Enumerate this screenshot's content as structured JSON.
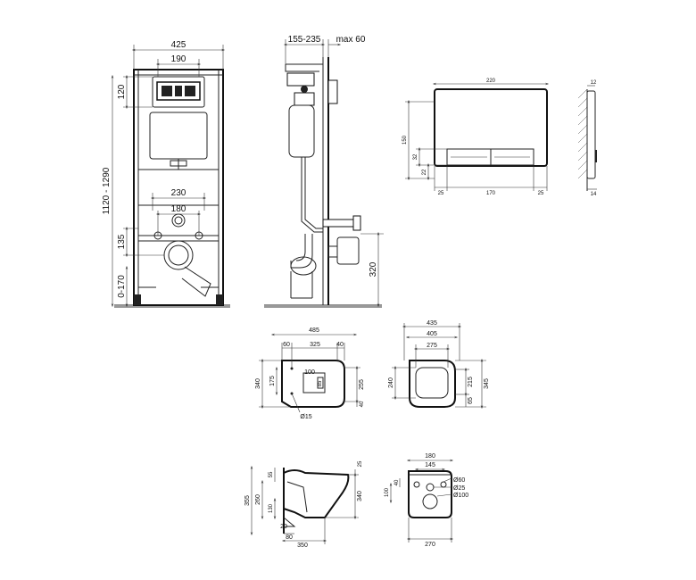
{
  "frame_front": {
    "width_total": "425",
    "width_top": "190",
    "height_top": "120",
    "height_range": "1120 - 1290",
    "pipe_spacing_outer": "230",
    "pipe_spacing_inner": "180",
    "height_135": "135",
    "height_floor": "0-170"
  },
  "frame_side": {
    "depth_range": "155-235",
    "max_depth": "max 60",
    "height_320": "320"
  },
  "plate": {
    "width": "220",
    "height": "150",
    "dim_32": "32",
    "dim_22": "22",
    "margin_left": "25",
    "button_width": "170",
    "margin_right": "25",
    "thickness_12": "12",
    "thickness_14": "14"
  },
  "bowl_top": {
    "length": "485",
    "d60": "60",
    "d325": "325",
    "d40": "40",
    "d100": "100",
    "d85": "85",
    "d175": "175",
    "d340": "340",
    "d255": "255",
    "d40b": "40",
    "hole": "Ø15"
  },
  "seat_top": {
    "d435": "435",
    "d405": "405",
    "d275": "275",
    "d240": "240",
    "d215": "215",
    "d345": "345",
    "d65": "65"
  },
  "bowl_side": {
    "d25": "25",
    "d55": "55",
    "d355": "355",
    "d260": "260",
    "d130": "130",
    "d340": "340",
    "d20": "20",
    "d80": "80",
    "d350": "350"
  },
  "bowl_back": {
    "d180": "180",
    "d145": "145",
    "d60": "Ø60",
    "d25": "Ø25",
    "d100": "Ø100",
    "d100v": "100",
    "d40v": "40",
    "d270": "270"
  }
}
